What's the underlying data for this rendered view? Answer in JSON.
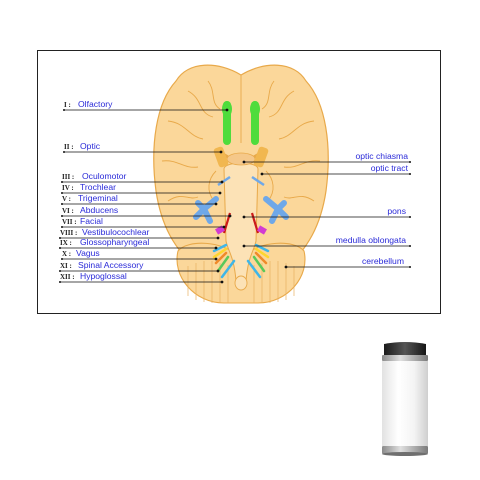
{
  "product": {
    "name": "",
    "colors": {
      "border": "#222222",
      "label": "#2a2ad8",
      "brain": "#fbd79a",
      "brain_outline": "#e8a94a"
    }
  },
  "diagram": {
    "left_labels": [
      {
        "numeral": "I :",
        "name": "Olfactory"
      },
      {
        "numeral": "II :",
        "name": "Optic"
      },
      {
        "numeral": "III :",
        "name": "Oculomotor"
      },
      {
        "numeral": "IV :",
        "name": "Trochlear"
      },
      {
        "numeral": "V :",
        "name": "Trigeminal"
      },
      {
        "numeral": "VI :",
        "name": "Abducens"
      },
      {
        "numeral": "VII :",
        "name": "Facial"
      },
      {
        "numeral": "VIII :",
        "name": "Vestibulocochlear"
      },
      {
        "numeral": "IX :",
        "name": "Glossopharyngeal"
      },
      {
        "numeral": "X :",
        "name": "Vagus"
      },
      {
        "numeral": "XI :",
        "name": "Spinal Accessory"
      },
      {
        "numeral": "XII :",
        "name": "Hypoglossal"
      }
    ],
    "right_labels": [
      {
        "name": "optic chiasma"
      },
      {
        "name": "optic tract"
      },
      {
        "name": "pons"
      },
      {
        "name": "medulla oblongata"
      },
      {
        "name": "cerebellum"
      }
    ],
    "nerve_colors": {
      "olfactory": "#4fdc3c",
      "trigeminal": "#6fa8e8",
      "facial": "#cc1a1a",
      "vestibulocochlear": "#d23bd2",
      "glossopharyngeal": "#3fb6e8",
      "vagus": "#ffd62e",
      "accessory": "#5ac85a"
    }
  }
}
